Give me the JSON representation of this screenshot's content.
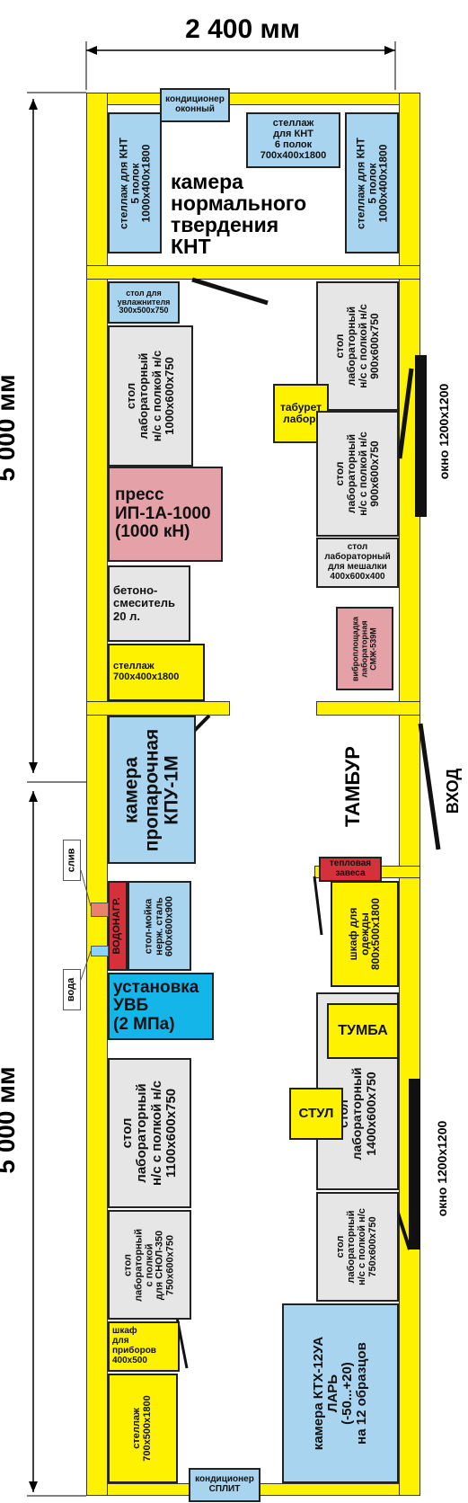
{
  "dimensions": {
    "width": "2 400 мм",
    "height_top": "5 000 мм",
    "height_bottom": "5 000 мм"
  },
  "colors": {
    "wall": "#fff200",
    "shelf": "#a8d4f0",
    "table": "#e6e6e6",
    "press": "#e5a1a8",
    "installation": "#14b6ea",
    "heater": "#d6303a"
  },
  "rooms": {
    "curing_chamber": "камера\nнормального\nтвердения\nКНТ",
    "vestibule": "ТАМБУР"
  },
  "items": {
    "ac_window": "кондиционер\nоконный",
    "ac_split": "кондиционер\nСПЛИТ",
    "rack_knt_left": "стеллаж для КНТ\n5 полок\n1000х400х1800",
    "rack_knt_center": "стеллаж\nдля КНТ\n6 полок\n700х400х1800",
    "rack_knt_right": "стеллаж для КНТ\n5 полок\n1000х400х1800",
    "table_humidifier": "стол для\nувлажнителя\n300х500х750",
    "table_lab_1000": "стол\nлабораторный\nн/с с полкой н/с\n1000х600х750",
    "press": "пресс\nИП-1А-1000\n(1000 кН)",
    "concrete_mixer": "бетоно-\nсмеситель\n20 л.",
    "rack_700": "стеллаж\n700х400х1800",
    "stool": "табурет\nлабор.",
    "table_lab_900_a": "стол\nлабораторный\nн/с с полкой н/с\n900х600х750",
    "table_lab_900_b": "стол\nлабораторный\nн/с с полкой н/с\n900х600х750",
    "table_mixer": "стол\nлабораторный\nдля мешалки\n400х600х400",
    "vibro_platform": "виброплощадка\nлабораторная\nСМЖ-539М",
    "steam_chamber": "камера\nпропарочная\nКПУ-1М",
    "thermal_curtain": "тепловая\nзавеса",
    "water_heater": "ВОДОНАГР.",
    "sink": "стол-мойка\nнерж. сталь\n600х600х900",
    "wardrobe": "шкаф для\nодежды\n800х500х1800",
    "uvb": "установка\nУВБ\n(2 МПа)",
    "drain": "слив",
    "water": "вода",
    "table_lab_1100": "стол\nлабораторный\nн/с с полкой н/с\n1100х600х750",
    "nightstand": "ТУМБА",
    "chair": "СТУЛ",
    "table_lab_1400": "стол\nлабораторный\n1400х600х750",
    "table_snol": "стол\nлабораторный\nс полкой\nдля СНОЛ-350\n750х600х750",
    "table_lab_750": "стол\nлабораторный\nн/с с полкой н/с\n750х600х750",
    "instruments_cabinet": "шкаф\nдля\nприборов\n400х500",
    "rack_700_500": "стеллаж\n700х500х1800",
    "chamber_ktx": "камера КТХ-12УА\nЛАРЬ\n(-50...+20)\nна 12 образцов"
  },
  "openings": {
    "window_upper": "окно 1200х1200",
    "window_lower": "окно 1200х1200",
    "entrance": "ВХОД"
  }
}
